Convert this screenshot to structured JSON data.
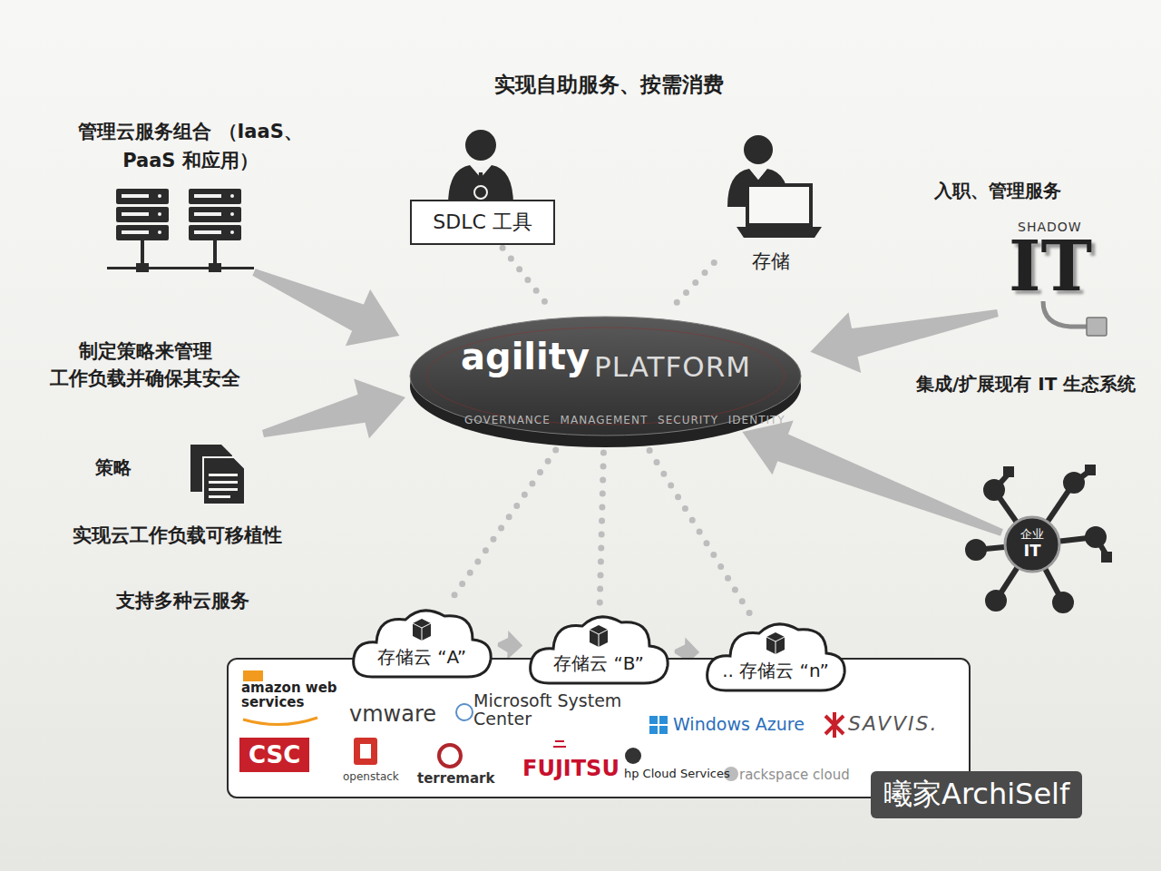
{
  "diagram": {
    "nodes": [
      {
        "text": [
          "agility",
          "PLATFORM",
          "GOVERNANCE MANAGEMENT SECURITY IDENTITY"
        ]
      },
      {
        "text": [
          "SDLC 工具"
        ]
      },
      {
        "text": [
          "存储"
        ]
      },
      {
        "text": [
          "存储云 “A”"
        ]
      },
      {
        "text": [
          "存储云 “B”"
        ]
      },
      {
        "text": [
          ".. 存储云 “n”"
        ]
      },
      {
        "text": [
          "amazon web services",
          "vmware",
          "Microsoft System Center",
          "Windows Azure",
          "SAVVIS.",
          "CSC",
          "openstack",
          "terremark",
          "FUJITSU",
          "hp Cloud Services",
          "rackspace cloud"
        ]
      },
      {
        "text": [
          "企业",
          "IT"
        ]
      }
    ],
    "edges": [
      {
        "from": 1,
        "to": 0,
        "arrow": "none"
      },
      {
        "from": 2,
        "to": 0,
        "arrow": "none"
      },
      {
        "from": 0,
        "to": 3,
        "arrow": "none"
      },
      {
        "from": 0,
        "to": 4,
        "arrow": "none"
      },
      {
        "from": 0,
        "to": 5,
        "arrow": "none"
      },
      {
        "from": 3,
        "to": 4,
        "arrow": "to"
      },
      {
        "from": 4,
        "to": 5,
        "arrow": "to"
      },
      {
        "from": 7,
        "to": 0,
        "arrow": "to"
      }
    ],
    "labels": [
      "实现自助服务、按需消费",
      "管理云服务组合 （IaaS、PaaS 和应用）",
      "制定策略来管理 工作负载并确保其安全",
      "策略",
      "实现云工作负载可移植性",
      "支持多种云服务",
      "入职、管理服务",
      "SHADOW",
      "IT",
      "集成/扩展现有 IT 生态系统",
      "曦家ArchiSelf"
    ]
  }
}
